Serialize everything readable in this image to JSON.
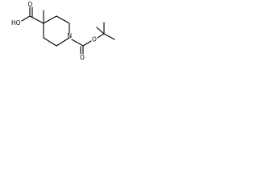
{
  "structure": {
    "labels": {
      "oxygen_carbonyl_acid": "O",
      "hydroxyl_acid": "HO",
      "ring_nitrogen": "N",
      "oxygen_carbonyl_ester": "O",
      "oxygen_ester": "O"
    }
  }
}
